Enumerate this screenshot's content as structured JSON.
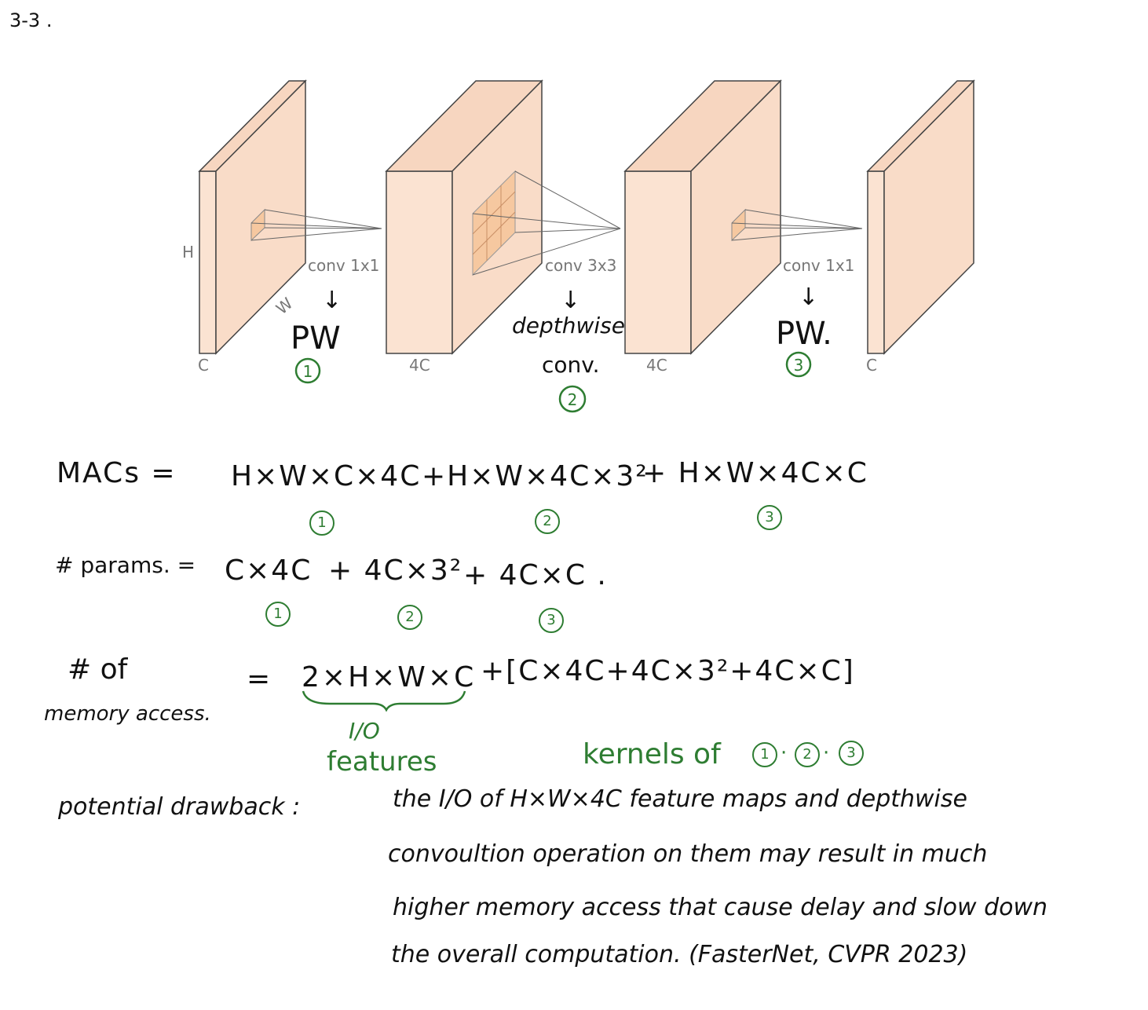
{
  "problem_label": "3-3 .",
  "diagram": {
    "axis_h": "H",
    "axis_w": "W",
    "blocks": [
      {
        "channel_label": "C"
      },
      {
        "channel_label": "4C"
      },
      {
        "channel_label": "4C"
      },
      {
        "channel_label": "C"
      }
    ],
    "convs": [
      {
        "label": "conv 1x1",
        "annotation": "PW",
        "number": "1"
      },
      {
        "label": "conv 3x3",
        "annotation": "depthwise",
        "annotation2": "conv.",
        "number": "2"
      },
      {
        "label": "conv 1x1",
        "annotation": "PW.",
        "number": "3"
      }
    ],
    "arrow": "↓"
  },
  "equations": {
    "macs": {
      "lhs": "MACs =",
      "term1": "H×W×C×4C",
      "term2": "+H×W×4C×3²",
      "term3": "+ H×W×4C×C",
      "numbers": [
        "1",
        "2",
        "3"
      ]
    },
    "params": {
      "lhs": "# params. =",
      "term1": "C×4C",
      "term2": "+ 4C×3²",
      "term3": "+ 4C×C .",
      "numbers": [
        "1",
        "2",
        "3"
      ]
    },
    "memory": {
      "lhs_top": "# of",
      "lhs_bottom": "memory access.",
      "equals": "=",
      "term1": "2×H×W×C",
      "term2": "+[C×4C+4C×3²+4C×C]",
      "io_note_1": "I/O",
      "io_note_2": "features",
      "kernels_note": "kernels of",
      "kernels_nums": [
        "1",
        "2",
        "3"
      ],
      "kernels_sep": "·"
    }
  },
  "drawback": {
    "label": "potential drawback :",
    "lines": [
      "the I/O of H×W×4C feature maps and depthwise",
      "convoultion operation on them may result in much",
      "higher memory access that cause delay and slow down",
      "the overall computation. (FasterNet, CVPR 2023)"
    ]
  },
  "colors": {
    "block_face": "#fbe3d2",
    "block_side": "#f7d6c0",
    "block_edge": "#444444",
    "kernel": "#f6c8a0",
    "annotation_green": "#2e7d32",
    "ink": "#111111",
    "label_gray": "#777777"
  }
}
